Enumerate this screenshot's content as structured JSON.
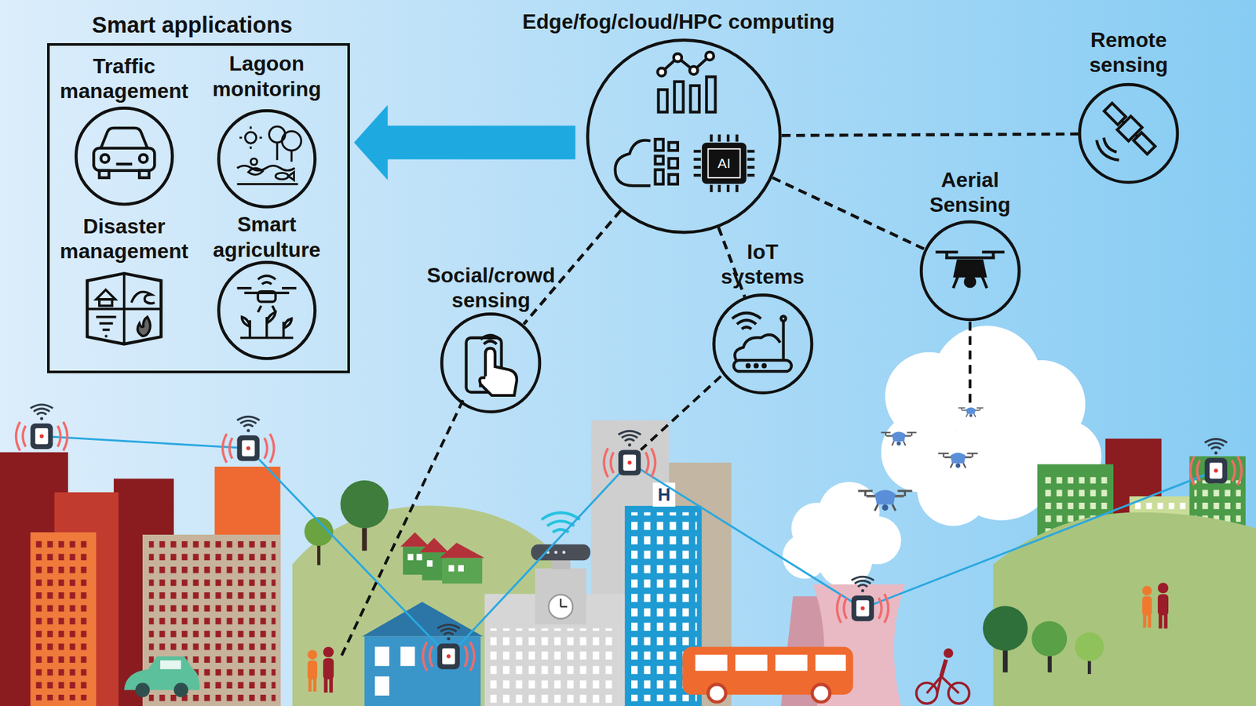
{
  "diagram": {
    "nodes": [
      {
        "text": [
          "Smart applications"
        ]
      },
      {
        "text": [
          "Traffic management"
        ],
        "in": 0
      },
      {
        "text": [
          "Lagoon monitoring"
        ],
        "in": 0
      },
      {
        "text": [
          "Disaster management"
        ],
        "in": 0
      },
      {
        "text": [
          "Smart agriculture"
        ],
        "in": 0
      },
      {
        "text": [
          "Edge/fog/cloud/HPC computing",
          "AI"
        ]
      },
      {
        "text": [
          "Remote sensing"
        ]
      },
      {
        "text": [
          "Aerial Sensing"
        ]
      },
      {
        "text": [
          "Social/crowd sensing"
        ]
      },
      {
        "text": [
          "IoT systems"
        ]
      }
    ],
    "edges": [
      {
        "from": 5,
        "to": 0,
        "arrow": "to"
      },
      {
        "from": 5,
        "to": 6,
        "arrow": "none"
      },
      {
        "from": 5,
        "to": 7,
        "arrow": "none"
      },
      {
        "from": 5,
        "to": 8,
        "arrow": "none"
      },
      {
        "from": 5,
        "to": 9,
        "arrow": "none"
      }
    ],
    "labels": [
      "H"
    ]
  }
}
